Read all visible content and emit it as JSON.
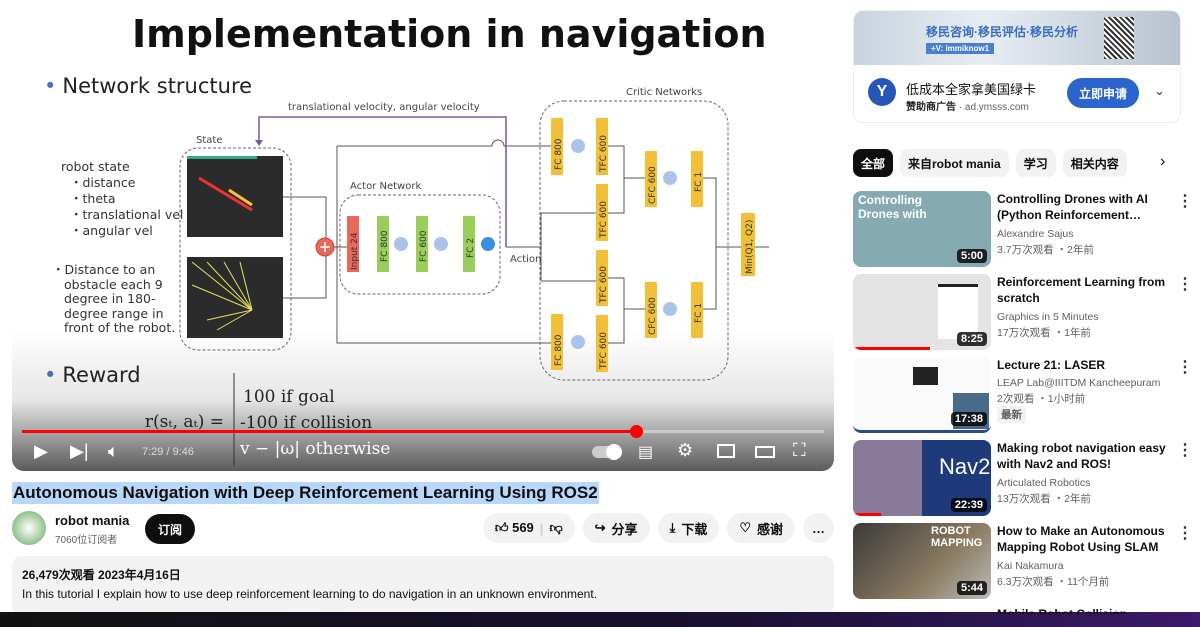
{
  "slide": {
    "title": "Implementation in navigation",
    "bullet1": "Network structure",
    "bullet2": "Reward",
    "robot_state": "robot state",
    "state_items": [
      "・distance",
      "・theta",
      "・translational vel",
      "・angular vel"
    ],
    "distance_note": [
      "・Distance to an",
      "obstacle each 9",
      "degree in 180-",
      "degree range in",
      "front of the robot."
    ],
    "state_label": "State",
    "feedback_label": "translational velocity, angular velocity",
    "actor_label": "Actor Network",
    "critic_label": "Critic Networks",
    "action_label": "Action",
    "actor_blocks": [
      "Input 24",
      "FC 800",
      "FC 600",
      "FC 2"
    ],
    "critic_blocks": {
      "fc800": "FC 800",
      "tfc600": "TFC 600",
      "cfc600": "CFC 600",
      "fc1": "FC 1",
      "min": "Min(Q1, Q2)"
    },
    "reward_lhs": "r(sₜ, aₜ) =",
    "reward_cases": [
      "100 if goal",
      "-100 if collision",
      "v − |ω| otherwise"
    ]
  },
  "player": {
    "current_time": "7:29",
    "duration": "9:46",
    "time_display": "7:29 / 9:46",
    "progress_fraction": 0.766,
    "accent": "#ff0000"
  },
  "video": {
    "title": "Autonomous Navigation with Deep Reinforcement Learning Using ROS2"
  },
  "channel": {
    "name": "robot mania",
    "subscribers": "7060位订阅者",
    "subscribe_label": "订阅"
  },
  "actions": {
    "likes": "569",
    "share": "分享",
    "download": "下载",
    "thanks": "感谢",
    "more": "…"
  },
  "description": {
    "stats": "26,479次观看  2023年4月16日",
    "text": "In this tutorial I explain how to use deep reinforcement learning to do navigation in an unknown environment."
  },
  "ad": {
    "banner_text": "移民咨询·移民评估·移民分析",
    "banner_tag": "+V: immiknow1",
    "title": "低成本全家拿美国绿卡",
    "sponsor": "赞助商广告",
    "domain": "ad.ymsss.com",
    "cta": "立即申请"
  },
  "chips": [
    "全部",
    "来自robot mania",
    "学习",
    "相关内容"
  ],
  "recommendations": [
    {
      "thumb_text": "Controlling Drones with",
      "duration": "5:00",
      "title": "Controlling Drones with AI (Python Reinforcement…",
      "channel": "Alexandre Sajus",
      "meta": "3.7万次观看 ・2年前"
    },
    {
      "duration": "8:25",
      "title": "Reinforcement Learning from scratch",
      "channel": "Graphics in 5 Minutes",
      "meta": "17万次观看 ・1年前"
    },
    {
      "duration": "17:38",
      "title": "Lecture 21: LASER",
      "channel": "LEAP Lab@IIITDM Kancheepuram",
      "meta": "2次观看 ・1小时前",
      "badge": "最新"
    },
    {
      "thumb_text": "Nav2",
      "duration": "22:39",
      "title": "Making robot navigation easy with Nav2 and ROS!",
      "channel": "Articulated Robotics",
      "meta": "13万次观看 ・2年前"
    },
    {
      "thumb_text": "ROBOT MAPPING",
      "duration": "5:44",
      "title": "How to Make an Autonomous Mapping Robot Using SLAM",
      "channel": "Kai Nakamura",
      "meta": "6.3万次观看 ・11个月前"
    },
    {
      "title": "Mobile Robot Collision"
    }
  ]
}
